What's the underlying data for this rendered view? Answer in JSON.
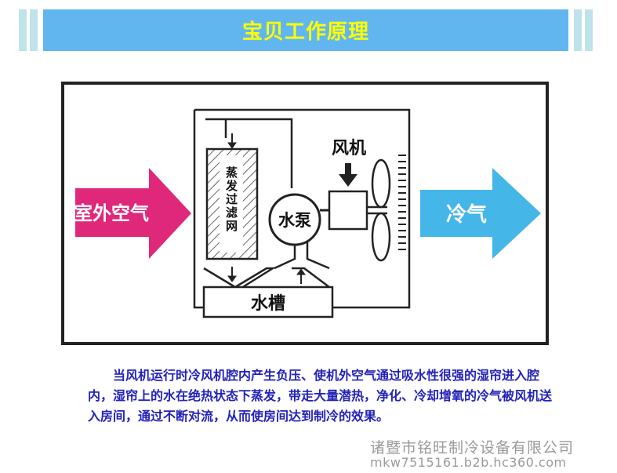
{
  "title": "宝贝工作原理",
  "diagram": {
    "outdoor_air": "室外空气",
    "cold_air": "冷气",
    "fan": "风机",
    "pump": "水泵",
    "evaporation_net": "蒸发过滤网",
    "water_tank": "水槽"
  },
  "description": "当风机运行时冷风机腔内产生负压、使机外空气通过吸水性很强的湿帘进入腔内，湿帘上的水在绝热状态下蒸发，带走大量潜热，净化、冷却增氧的冷气被风机送入房间，通过不断对流，从而使房间达到制冷的效果。",
  "company": "诸暨市铭旺制冷设备有限公司",
  "url": "mkw7515161.b2b.hc360.com",
  "colors": {
    "title_bg": "#62b6f0",
    "title_text": "#ffff00",
    "inlet_arrow": "#e0287a",
    "outlet_arrow": "#45b6e8",
    "description_text": "#2222b8"
  }
}
